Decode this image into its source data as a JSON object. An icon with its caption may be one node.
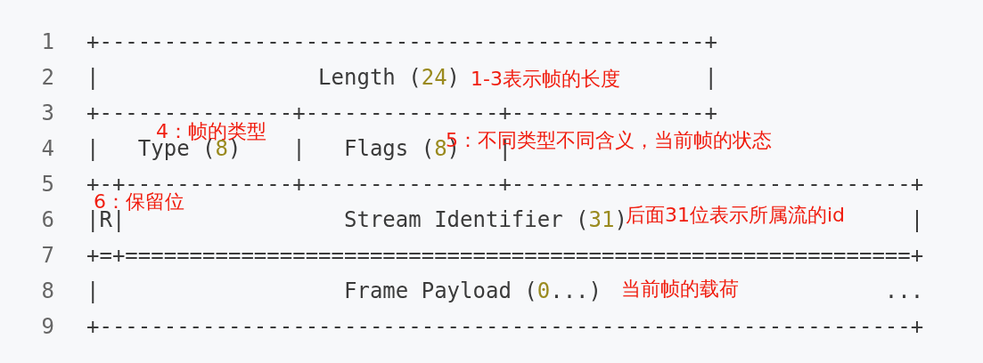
{
  "diagram": {
    "labels": [
      "1",
      "+-----------------------------------------------+",
      "2",
      "|                 Length (24)                   |",
      "1-3表示帧的长度",
      "3",
      "+---------------+---------------+---------------+",
      "4：帧的类型",
      "4",
      "|   Type (8)    |   Flags (8)   |",
      "5：不同类型不同含义，当前帧的状态",
      "5",
      "+-+-------------+---------------+-------------------------------+",
      "6：保留位",
      "6",
      "|R|                 Stream Identifier (31)                      |",
      "后面31位表示所属流的id",
      "7",
      "+=+=============================================================+",
      "8",
      "|                   Frame Payload (0...)                      ...",
      "当前帧的载荷",
      "9",
      "+---------------------------------------------------------------+"
    ]
  }
}
